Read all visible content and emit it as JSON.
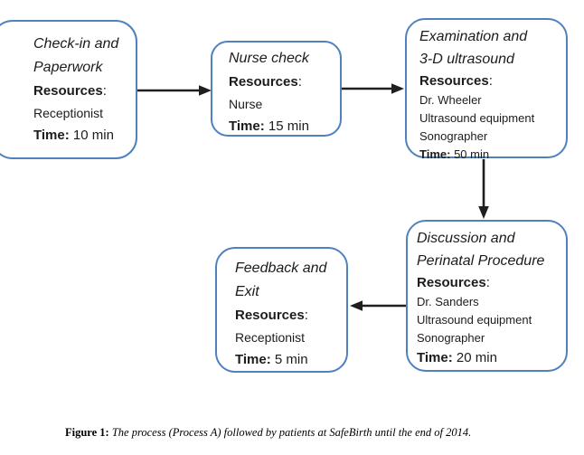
{
  "styles": {
    "box_border_color": "#4f81bd",
    "arrow_color": "#1f1f1f",
    "text_color": "#1c1c1c",
    "page_bg": "#ffffff"
  },
  "labels": {
    "resources": "Resources",
    "colon": ":",
    "time": "Time:"
  },
  "nodes": [
    {
      "id": "check-in",
      "title_line1": "Check-in and",
      "title_line2": "Paperwork",
      "resources": [
        "Receptionist"
      ],
      "time_value": "10 min"
    },
    {
      "id": "nurse-check",
      "title_line1": "Nurse check",
      "resources": [
        "Nurse"
      ],
      "time_value": "15 min"
    },
    {
      "id": "examination",
      "title_line1": "Examination and",
      "title_line2": "3-D ultrasound",
      "resources": [
        "Dr. Wheeler",
        "Ultrasound equipment",
        "Sonographer"
      ],
      "time_value": "50 min"
    },
    {
      "id": "discussion",
      "title_line1": "Discussion and",
      "title_line2": "Perinatal Procedure",
      "resources": [
        "Dr. Sanders",
        "Ultrasound equipment",
        "Sonographer"
      ],
      "time_value": "20 min"
    },
    {
      "id": "feedback",
      "title_line1": "Feedback and",
      "title_line2": "Exit",
      "resources": [
        "Receptionist"
      ],
      "time_value": "5 min"
    }
  ],
  "edges": [
    {
      "from": "check-in",
      "to": "nurse-check",
      "direction": "right"
    },
    {
      "from": "nurse-check",
      "to": "examination",
      "direction": "right"
    },
    {
      "from": "examination",
      "to": "discussion",
      "direction": "down"
    },
    {
      "from": "discussion",
      "to": "feedback",
      "direction": "left"
    }
  ],
  "caption": {
    "label": "Figure 1:",
    "text": "The process (Process A) followed by patients at SafeBirth until the end of 2014."
  }
}
